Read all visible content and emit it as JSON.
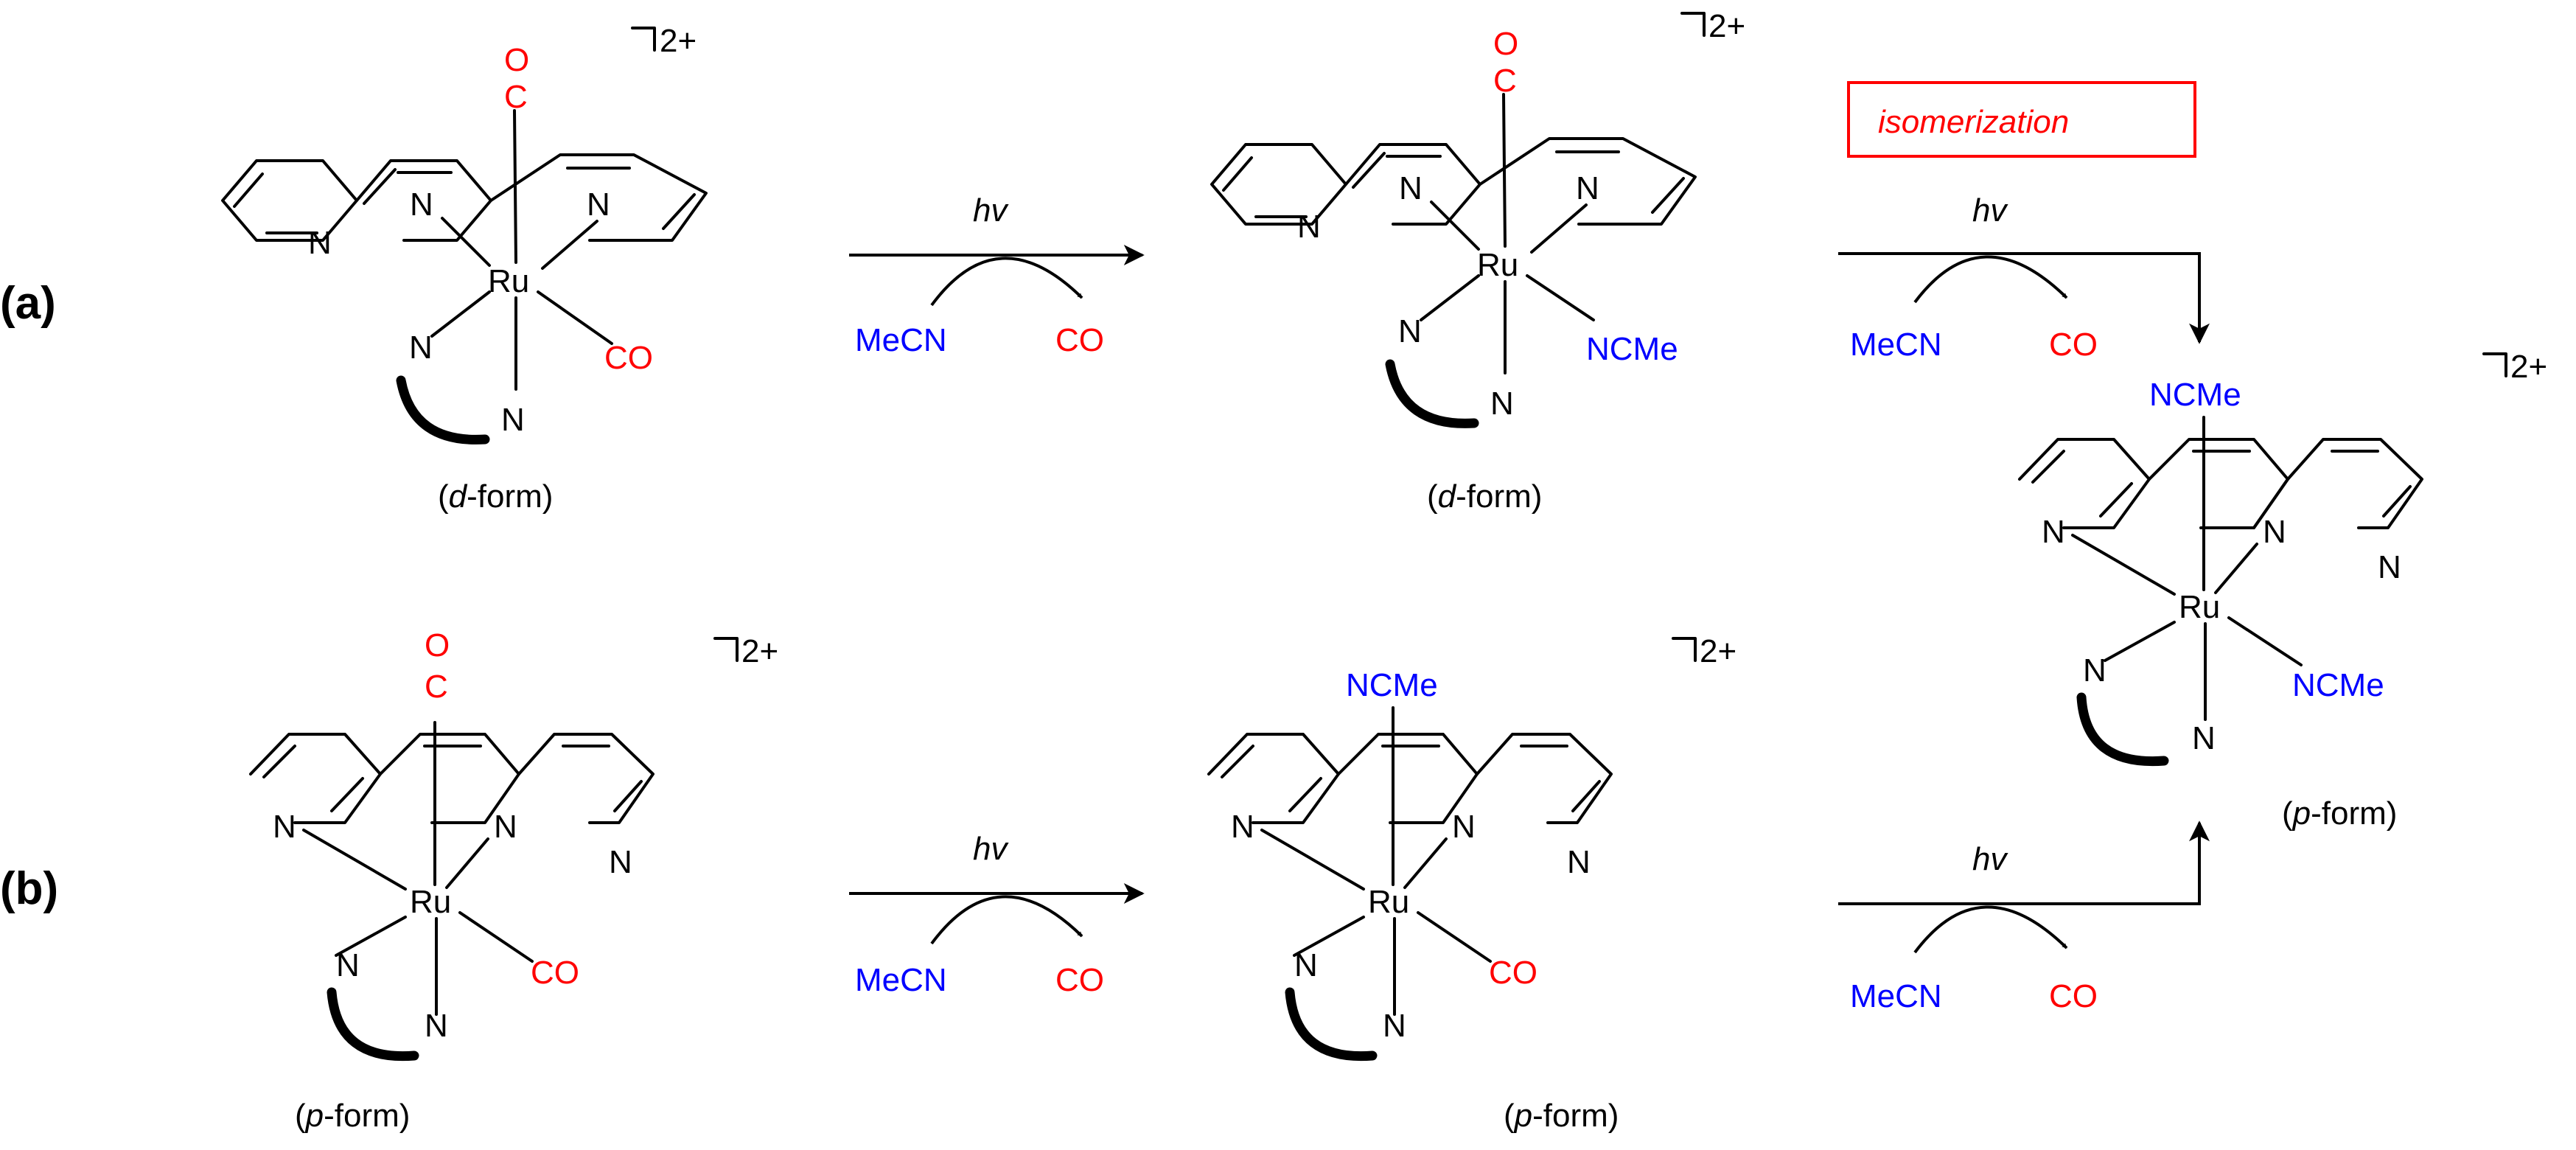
{
  "row_labels": {
    "a": "(a)",
    "b": "(b)"
  },
  "atoms": {
    "metal": "Ru",
    "nitrogen": "N",
    "carbon": "C",
    "oxygen": "O",
    "carbonyl": "CO",
    "acetonitrile_ligand": "NCMe"
  },
  "charge": "2+",
  "arrow_labels": {
    "light": "hv",
    "incoming": "MeCN",
    "leaving": "CO"
  },
  "form_labels": {
    "open": "(",
    "d": "d",
    "p": "p",
    "suffix": "-form)"
  },
  "isomerization_box": "isomerization",
  "colors": {
    "carbonyl": "#ff0000",
    "acetonitrile": "#0000ff",
    "box_border": "#ff0000",
    "bonds": "#000000"
  }
}
